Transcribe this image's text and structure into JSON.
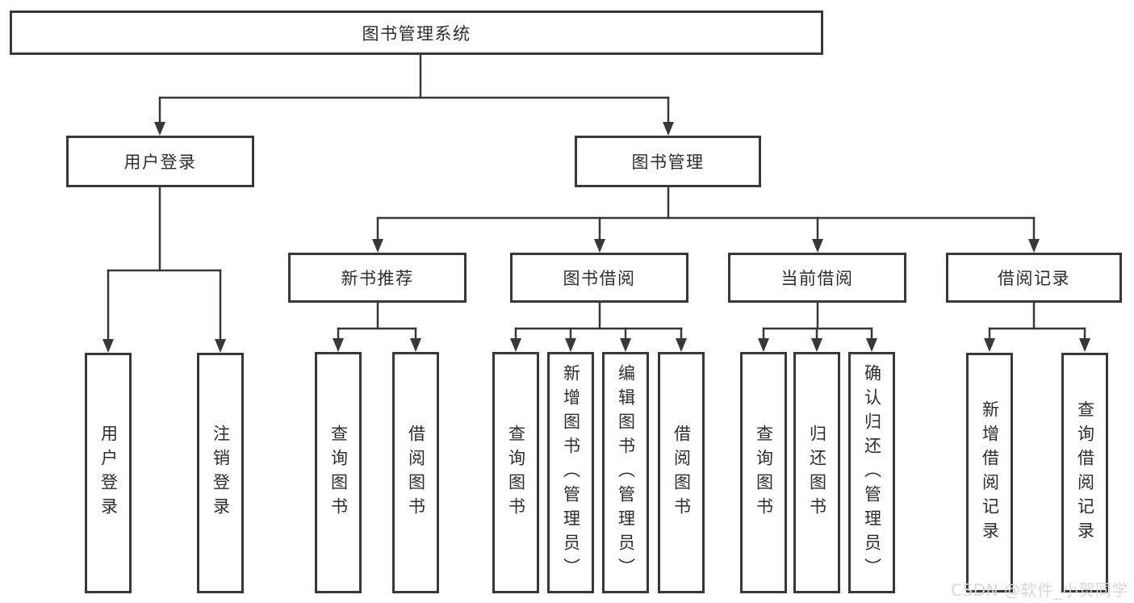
{
  "diagram_title": "图书管理系统",
  "colors": {
    "line": "#383838",
    "box_border": "#383838",
    "text": "#2d2d2d",
    "box_background": "#ffffff",
    "page_background": "#ffffff",
    "watermark": "#d8d8d8"
  },
  "tree": {
    "label": "图书管理系统",
    "children": [
      {
        "label": "用户登录",
        "children": [
          {
            "label": "用户登录"
          },
          {
            "label": "注销登录"
          }
        ]
      },
      {
        "label": "图书管理",
        "children": [
          {
            "label": "新书推荐",
            "children": [
              {
                "label": "查询图书"
              },
              {
                "label": "借阅图书"
              }
            ]
          },
          {
            "label": "图书借阅",
            "children": [
              {
                "label": "查询图书"
              },
              {
                "label": "新增图书（管理员）"
              },
              {
                "label": "编辑图书（管理员）"
              },
              {
                "label": "借阅图书"
              }
            ]
          },
          {
            "label": "当前借阅",
            "children": [
              {
                "label": "查询图书"
              },
              {
                "label": "归还图书"
              },
              {
                "label": "确认归还（管理员）"
              }
            ]
          },
          {
            "label": "借阅记录",
            "children": [
              {
                "label": "新增借阅记录"
              },
              {
                "label": "查询借阅记录"
              }
            ]
          }
        ]
      }
    ]
  },
  "watermark": "CSDN @软件_小贺同学"
}
